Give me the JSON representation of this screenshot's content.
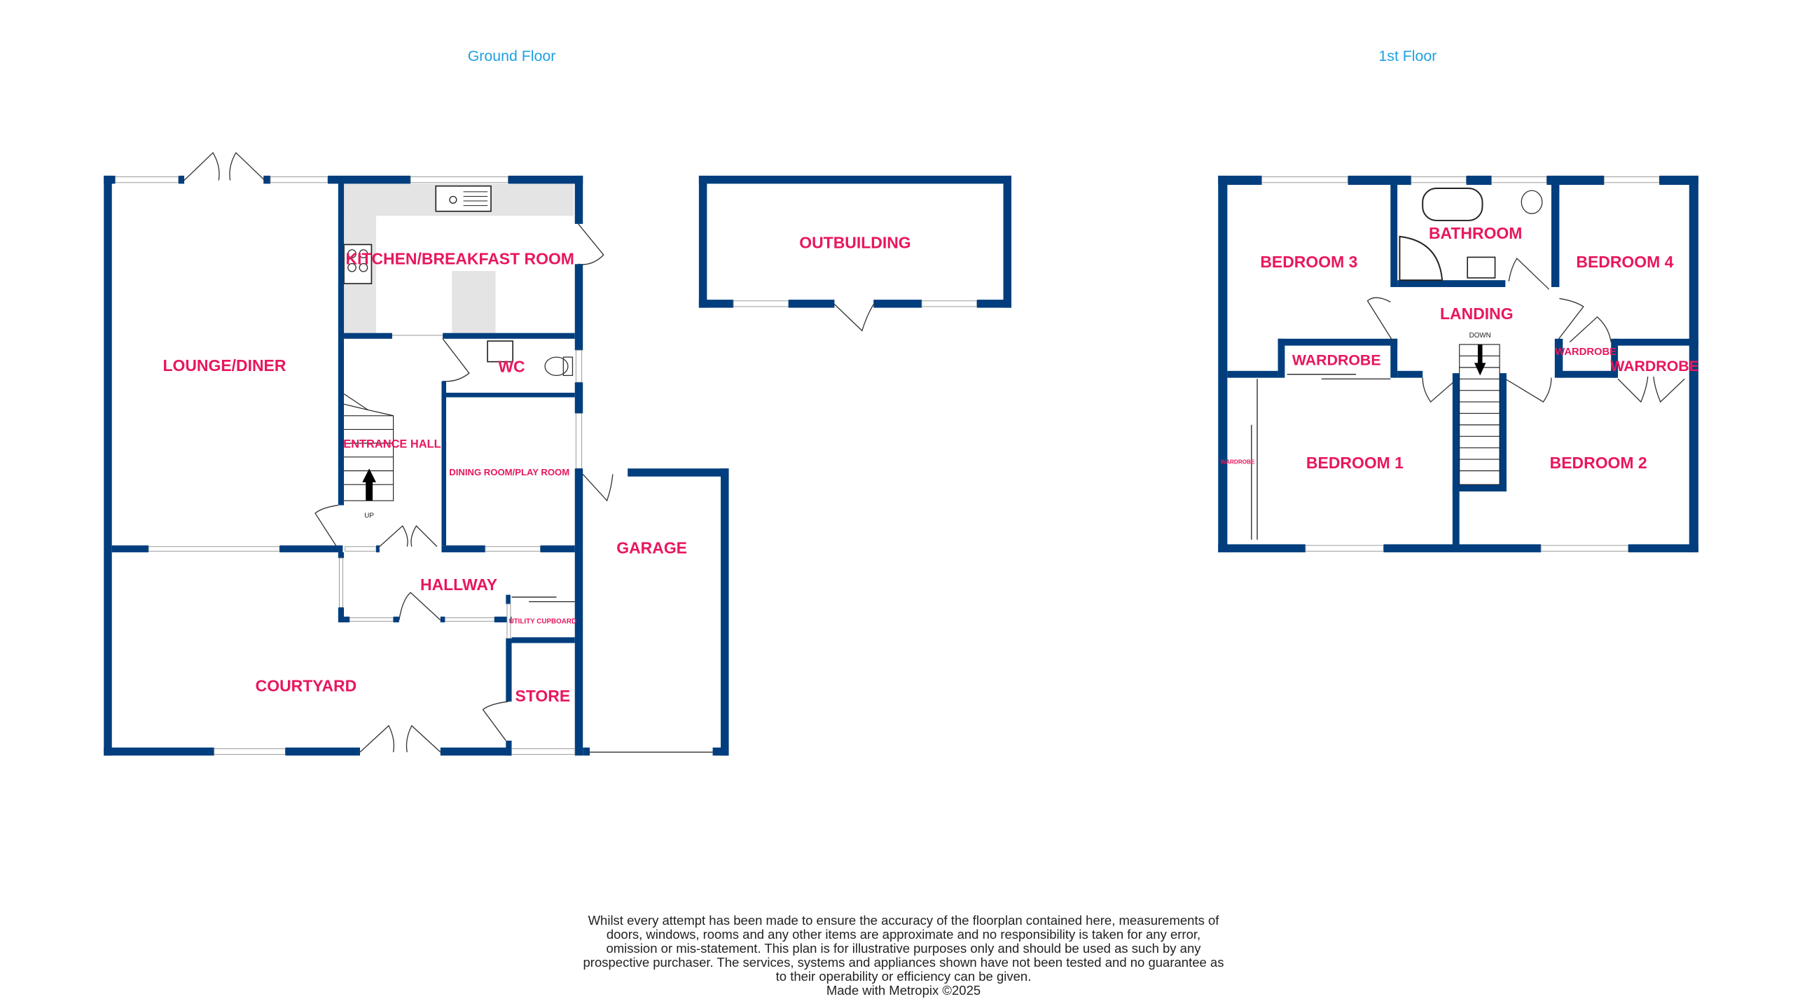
{
  "colors": {
    "wall": "#023e7d",
    "room_label": "#e8175d",
    "floor_title": "#1ea0e0"
  },
  "ground_floor": {
    "title": "Ground Floor",
    "rooms": {
      "lounge": "LOUNGE/DINER",
      "kitchen": "KITCHEN/BREAKFAST ROOM",
      "wc": "WC",
      "entrance_hall": "ENTRANCE HALL",
      "stairs_label": "UP",
      "dining": "DINING ROOM/PLAY ROOM",
      "hallway": "HALLWAY",
      "utility": "UTILITY CUPBOARD",
      "courtyard": "COURTYARD",
      "store": "STORE",
      "garage": "GARAGE",
      "outbuilding": "OUTBUILDING"
    }
  },
  "first_floor": {
    "title": "1st Floor",
    "rooms": {
      "bedroom3": "BEDROOM 3",
      "bathroom": "BATHROOM",
      "bedroom4": "BEDROOM 4",
      "landing": "LANDING",
      "stairs_label": "DOWN",
      "wardrobe_b3": "WARDROBE",
      "wardrobe_small": "WARDROBE",
      "wardrobe_b2": "WARDROBE",
      "wardrobe_b1": "WARDROBE",
      "bedroom1": "BEDROOM 1",
      "bedroom2": "BEDROOM 2"
    }
  },
  "disclaimer": {
    "text": "Whilst every attempt has been made to ensure the accuracy of the floorplan contained here, measurements of doors, windows, rooms and any other items are approximate and no responsibility is taken for any error, omission or mis-statement. This plan is for illustrative purposes only and should be used as such by any prospective purchaser. The services, systems and appliances shown have not been tested and no guarantee as to their operability or efficiency can be given.",
    "credit": "Made with Metropix ©2025"
  }
}
